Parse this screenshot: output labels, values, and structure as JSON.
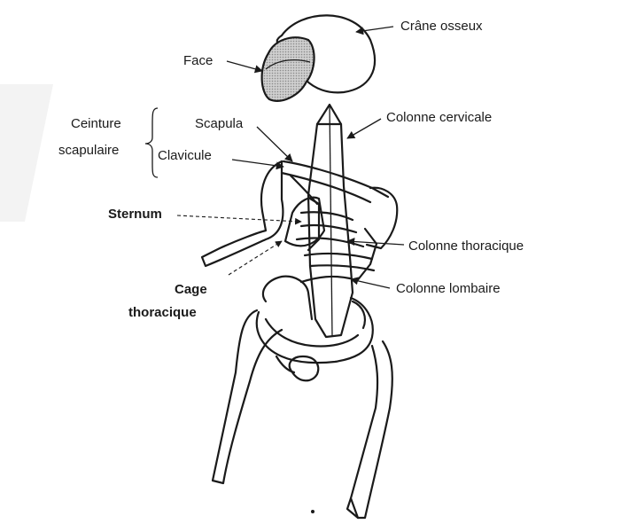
{
  "labels": {
    "crane": "Crâne osseux",
    "face": "Face",
    "ceinture_line1": "Ceinture",
    "ceinture_line2": "scapulaire",
    "scapula": "Scapula",
    "clavicule": "Clavicule",
    "colonne_cervicale": "Colonne cervicale",
    "sternum": "Sternum",
    "colonne_thoracique": "Colonne thoracique",
    "cage_line1": "Cage",
    "cage_line2": "thoracique",
    "colonne_lombaire": "Colonne lombaire"
  },
  "colors": {
    "ink": "#1a1a1a",
    "face_fill": "#bdbdbd",
    "background": "#ffffff",
    "watermark": "#f2f2f2"
  }
}
